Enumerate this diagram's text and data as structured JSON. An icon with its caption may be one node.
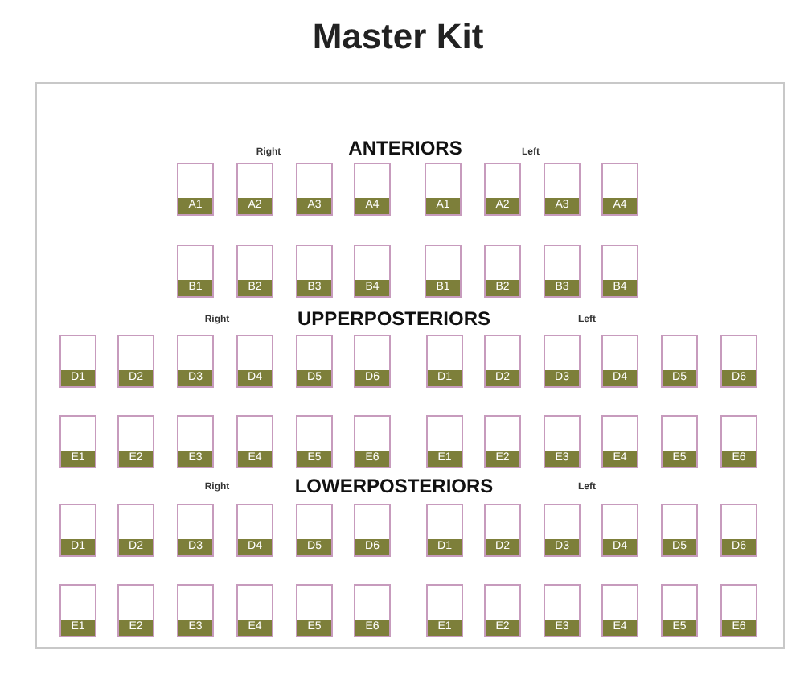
{
  "diagram": {
    "title": "Master Kit",
    "nodes": [
      {
        "text": [
          "A1"
        ]
      },
      {
        "text": [
          "A2"
        ]
      },
      {
        "text": [
          "A3"
        ]
      },
      {
        "text": [
          "A4"
        ]
      },
      {
        "text": [
          "A1"
        ]
      },
      {
        "text": [
          "A2"
        ]
      },
      {
        "text": [
          "A3"
        ]
      },
      {
        "text": [
          "A4"
        ]
      },
      {
        "text": [
          "B1"
        ]
      },
      {
        "text": [
          "B2"
        ]
      },
      {
        "text": [
          "B3"
        ]
      },
      {
        "text": [
          "B4"
        ]
      },
      {
        "text": [
          "B1"
        ]
      },
      {
        "text": [
          "B2"
        ]
      },
      {
        "text": [
          "B3"
        ]
      },
      {
        "text": [
          "B4"
        ]
      },
      {
        "text": [
          "D1"
        ]
      },
      {
        "text": [
          "D2"
        ]
      },
      {
        "text": [
          "D3"
        ]
      },
      {
        "text": [
          "D4"
        ]
      },
      {
        "text": [
          "D5"
        ]
      },
      {
        "text": [
          "D6"
        ]
      },
      {
        "text": [
          "D1"
        ]
      },
      {
        "text": [
          "D2"
        ]
      },
      {
        "text": [
          "D3"
        ]
      },
      {
        "text": [
          "D4"
        ]
      },
      {
        "text": [
          "D5"
        ]
      },
      {
        "text": [
          "D6"
        ]
      },
      {
        "text": [
          "E1"
        ]
      },
      {
        "text": [
          "E2"
        ]
      },
      {
        "text": [
          "E3"
        ]
      },
      {
        "text": [
          "E4"
        ]
      },
      {
        "text": [
          "E5"
        ]
      },
      {
        "text": [
          "E6"
        ]
      },
      {
        "text": [
          "E1"
        ]
      },
      {
        "text": [
          "E2"
        ]
      },
      {
        "text": [
          "E3"
        ]
      },
      {
        "text": [
          "E4"
        ]
      },
      {
        "text": [
          "E5"
        ]
      },
      {
        "text": [
          "E6"
        ]
      },
      {
        "text": [
          "D1"
        ]
      },
      {
        "text": [
          "D2"
        ]
      },
      {
        "text": [
          "D3"
        ]
      },
      {
        "text": [
          "D4"
        ]
      },
      {
        "text": [
          "D5"
        ]
      },
      {
        "text": [
          "D6"
        ]
      },
      {
        "text": [
          "D1"
        ]
      },
      {
        "text": [
          "D2"
        ]
      },
      {
        "text": [
          "D3"
        ]
      },
      {
        "text": [
          "D4"
        ]
      },
      {
        "text": [
          "D5"
        ]
      },
      {
        "text": [
          "D6"
        ]
      },
      {
        "text": [
          "E1"
        ]
      },
      {
        "text": [
          "E2"
        ]
      },
      {
        "text": [
          "E3"
        ]
      },
      {
        "text": [
          "E4"
        ]
      },
      {
        "text": [
          "E5"
        ]
      },
      {
        "text": [
          "E6"
        ]
      },
      {
        "text": [
          "E1"
        ]
      },
      {
        "text": [
          "E2"
        ]
      },
      {
        "text": [
          "E3"
        ]
      },
      {
        "text": [
          "E4"
        ]
      },
      {
        "text": [
          "E5"
        ]
      },
      {
        "text": [
          "E6"
        ]
      }
    ],
    "labels": [
      "ANTERIORS",
      "Right",
      "Left",
      "UPPERPOSTERIORS",
      "Right",
      "Left",
      "LOWERPOSTERIORS",
      "Right",
      "Left"
    ]
  }
}
